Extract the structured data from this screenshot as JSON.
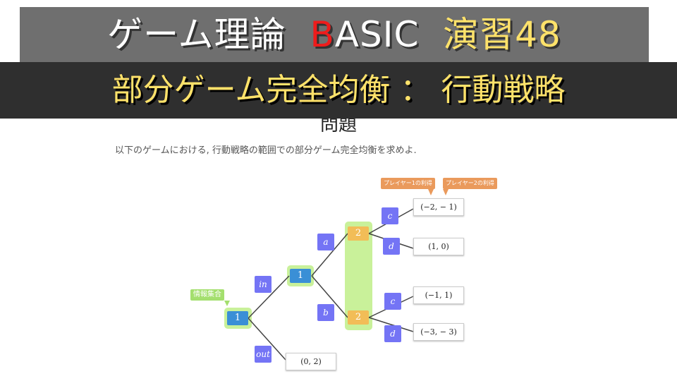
{
  "header": {
    "title_main": "ゲーム理論",
    "title_b": "B",
    "title_rest": "ASIC",
    "title_exercise": "演習48"
  },
  "subtitle": "部分ゲーム完全均衡 ： 行動戦略",
  "problem": {
    "heading": "問題",
    "text": "以下のゲームにおける, 行動戦略の範囲での部分ゲーム完全均衡を求めよ."
  },
  "tree": {
    "nodes": {
      "root": "1",
      "mid": "1",
      "top": "2",
      "bottom": "2"
    },
    "actions": {
      "in": "in",
      "out": "out",
      "a": "a",
      "b": "b",
      "c_top": "c",
      "d_top": "d",
      "c_bottom": "c",
      "d_bottom": "d"
    },
    "payoffs": {
      "out": "(0, 2)",
      "ac": "(−2,  − 1)",
      "ad": "(1, 0)",
      "bc": "(−1, 1)",
      "bd": "(−3,  − 3)"
    },
    "callouts": {
      "info_set": "情報集合",
      "p1_payoff": "プレイヤー1の利得",
      "p2_payoff": "プレイヤー2の利得"
    }
  },
  "colors": {
    "player1": "#3a8fd6",
    "player2": "#f2bd57",
    "action": "#7474f5",
    "info_set": "#c9f19a"
  }
}
